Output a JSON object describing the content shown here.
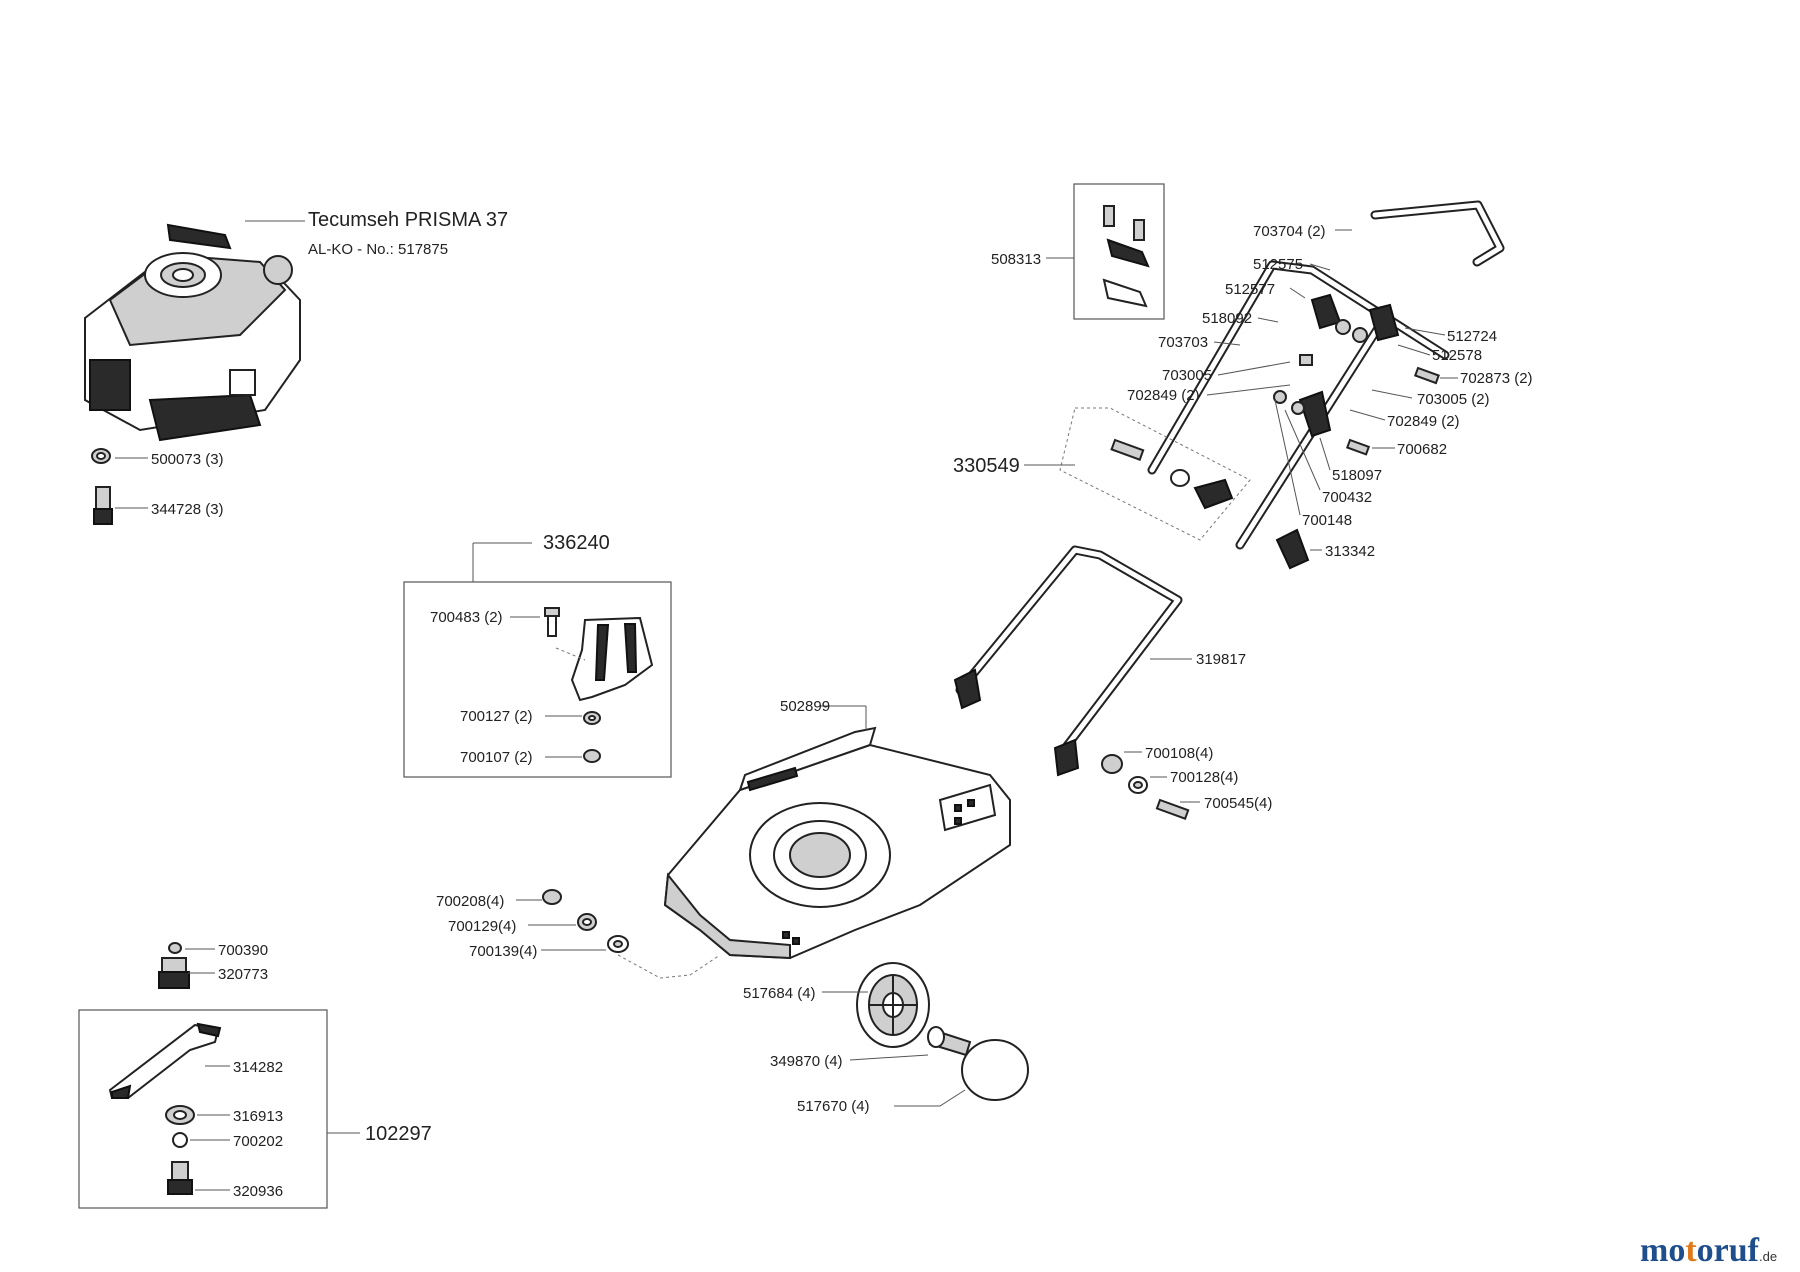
{
  "engine": {
    "model": "Tecumseh PRISMA 37",
    "alko_no": "AL-KO - No.: 517875"
  },
  "labels": {
    "p500073": "500073 (3)",
    "p344728": "344728 (3)",
    "p336240": "336240",
    "p700483": "700483 (2)",
    "p700127": "700127 (2)",
    "p700107": "700107 (2)",
    "p502899": "502899",
    "p700208": "700208(4)",
    "p700129": "700129(4)",
    "p700139": "700139(4)",
    "p517684": "517684 (4)",
    "p349870": "349870 (4)",
    "p517670": "517670 (4)",
    "p700390": "700390",
    "p320773": "320773",
    "p314282": "314282",
    "p316913": "316913",
    "p700202": "700202",
    "p320936": "320936",
    "p102297": "102297",
    "p508313": "508313",
    "p703704": "703704 (2)",
    "p512575": "512575",
    "p512577": "512577",
    "p518092": "518092",
    "p703703": "703703",
    "p703005": "703005",
    "p702849": "702849 (2)",
    "p512724": "512724",
    "p512578": "512578",
    "p702873": "702873 (2)",
    "p703005b": "703005 (2)",
    "p702849b": "702849 (2)",
    "p700682": "700682",
    "p330549": "330549",
    "p518097": "518097",
    "p700432": "700432",
    "p700148": "700148",
    "p313342": "313342",
    "p319817": "319817",
    "p700108": "700108(4)",
    "p700128": "700128(4)",
    "p700545": "700545(4)"
  },
  "brand": {
    "logo_m": "mo",
    "logo_o": "t",
    "logo_rest": "oruf",
    "tld": ".de"
  }
}
